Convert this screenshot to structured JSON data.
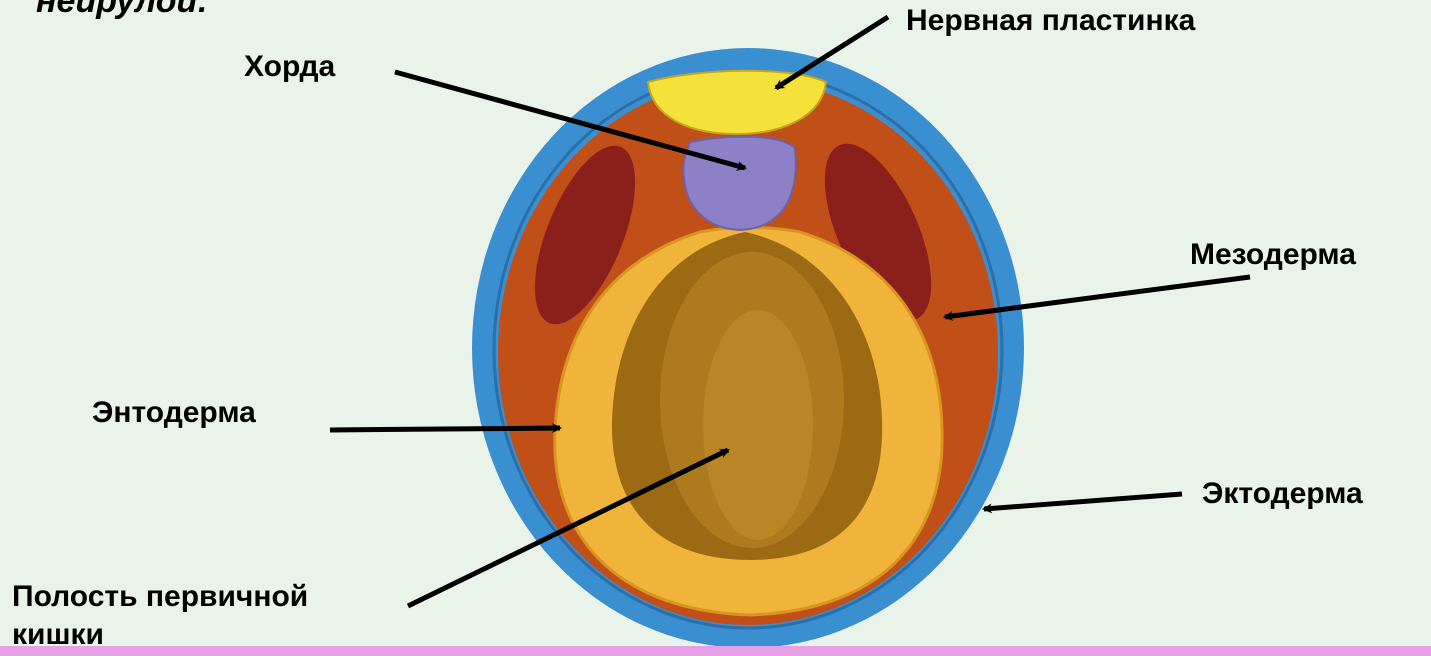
{
  "heading_fragment": "нейрулой:",
  "labels": {
    "neural_plate": "Нервная пластинка",
    "notochord": "Хорда",
    "mesoderm": "Мезодерма",
    "endoderm": "Энтодерма",
    "ectoderm": "Эктодерма",
    "gut_cavity_line1": "Полость первичной",
    "gut_cavity_line2": "кишки"
  },
  "colors": {
    "background": "#e9f3ea",
    "ectoderm": "#3a8fd0",
    "mesoderm": "#c14f18",
    "mesoderm_dark": "#8a1f1c",
    "neural_plate": "#f4e23a",
    "notochord": "#8e80c6",
    "endoderm": "#f0b43a",
    "gut_cavity": "#9c6a12",
    "accent_bar": "#e7a0e6"
  }
}
